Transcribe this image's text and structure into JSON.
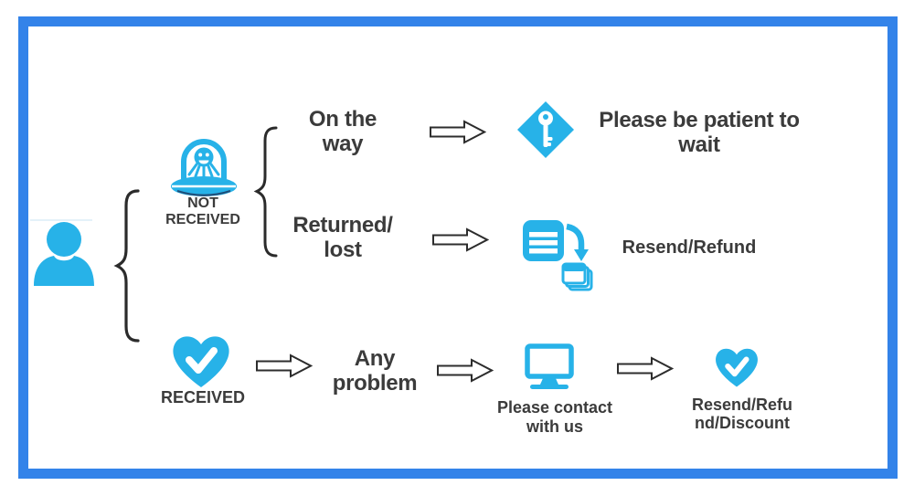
{
  "colors": {
    "accent_cyan": "#27B2E8",
    "frame_blue": "#3383E9",
    "text_dark": "#3B3B3B",
    "arrow_outline": "#2D2D2D",
    "brace_dark": "#2B2B2B"
  },
  "nodes": {
    "customer": {
      "icon": "person-icon"
    },
    "not_received": {
      "icon": "ufo-alien-icon",
      "line1": "NOT",
      "line2": "RECEIVED"
    },
    "on_the_way": {
      "line1": "On the",
      "line2": "way"
    },
    "be_patient": {
      "icon": "key-icon",
      "line1": "Please be patient to",
      "line2": "wait"
    },
    "returned_lost": {
      "line1": "Returned/",
      "line2": "lost"
    },
    "resend_refund": {
      "icon": "resend-documents-icon",
      "label": "Resend/Refund"
    },
    "received": {
      "icon": "heart-check-icon",
      "label": "RECEIVED"
    },
    "any_problem": {
      "line1": "Any",
      "line2": "problem"
    },
    "contact_us": {
      "icon": "monitor-icon",
      "line1": "Please contact",
      "line2": "with us"
    },
    "resolution": {
      "icon": "heart-check-icon",
      "line1": "Resend/Refu",
      "line2": "nd/Discount"
    }
  }
}
